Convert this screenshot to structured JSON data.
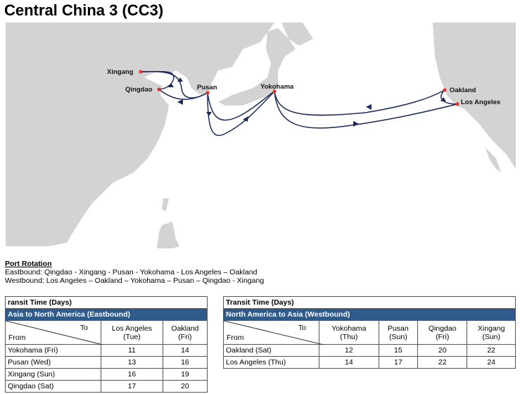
{
  "title": "Central China 3 (CC3)",
  "map": {
    "ports": [
      {
        "name": "Xingang"
      },
      {
        "name": "Qingdao"
      },
      {
        "name": "Pusan"
      },
      {
        "name": "Yokohama"
      },
      {
        "name": "Oakland"
      },
      {
        "name": "Los Angeles"
      }
    ],
    "land_color": "#d3d3d3",
    "route_color": "#1a2a5a",
    "port_color": "#e03030"
  },
  "rotation": {
    "heading": "Port Rotation",
    "eastbound": "Eastbound: Qingdao - Xingang - Pusan - Yokohama - Los Angeles – Oakland",
    "westbound": "Westbound: Los Angeles – Oakland – Yokohama – Pusan – Qingdao - Xingang"
  },
  "east": {
    "title": "ransit Time (Days)",
    "band": "Asia to North America (Eastbound)",
    "to": "To",
    "from": "From",
    "cols": [
      {
        "name": "Los Angeles",
        "day": "(Tue)"
      },
      {
        "name": "Oakland",
        "day": "(Fri)"
      }
    ],
    "rows": [
      {
        "from": "Yokohama (Fri)",
        "v": [
          "11",
          "14"
        ]
      },
      {
        "from": "Pusan (Wed)",
        "v": [
          "13",
          "16"
        ]
      },
      {
        "from": "Xingang (Sun)",
        "v": [
          "16",
          "19"
        ]
      },
      {
        "from": "Qingdao (Sat)",
        "v": [
          "17",
          "20"
        ]
      }
    ]
  },
  "west": {
    "title": "Transit Time (Days)",
    "band": "North America to Asia (Westbound)",
    "to": "To",
    "from": "From",
    "cols": [
      {
        "name": "Yokohama",
        "day": "(Thu)"
      },
      {
        "name": "Pusan",
        "day": "(Sun)"
      },
      {
        "name": "Qingdao",
        "day": "(Fri)"
      },
      {
        "name": "Xingang",
        "day": "(Sun)"
      }
    ],
    "rows": [
      {
        "from": "Oakland (Sat)",
        "v": [
          "12",
          "15",
          "20",
          "22"
        ]
      },
      {
        "from": "Los Angeles (Thu)",
        "v": [
          "14",
          "17",
          "22",
          "24"
        ]
      }
    ]
  }
}
